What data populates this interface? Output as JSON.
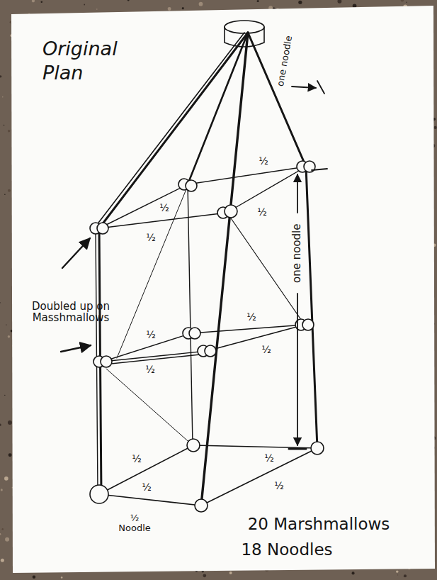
{
  "diagram": {
    "title": "Original Plan",
    "labels": [
      "one noodle",
      "½",
      "½",
      "½",
      "½",
      "½",
      "½",
      "½",
      "½",
      "½",
      "½",
      "½",
      "½",
      "½ Noodle",
      "one noodle",
      "Doubled up on Masshmallows",
      "20 Marshmallows",
      "18 Noodles"
    ]
  }
}
